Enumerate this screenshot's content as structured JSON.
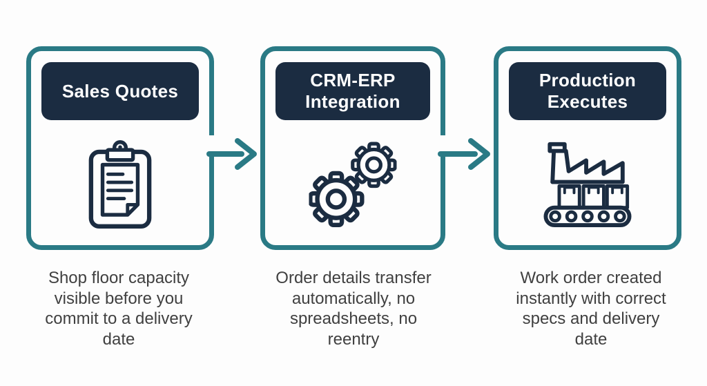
{
  "colors": {
    "accent_teal": "#2a7a85",
    "navy": "#1b2c41",
    "label_text": "#ffffff",
    "description_text": "#404040",
    "background": "#fdfdfd"
  },
  "steps": [
    {
      "label": "Sales Quotes",
      "label_lines": [
        "Sales Quotes"
      ],
      "icon": "clipboard-icon",
      "description": "Shop floor capacity visible before you commit to a delivery date",
      "description_lines": [
        "Shop floor capacity",
        "visible before you",
        "commit to a delivery",
        "date"
      ]
    },
    {
      "label": "CRM-ERP Integration",
      "label_lines": [
        "CRM-ERP",
        "Integration"
      ],
      "icon": "gears-icon",
      "description": "Order details transfer automatically, no spreadsheets, no reentry",
      "description_lines": [
        "Order details transfer",
        "automatically, no",
        "spreadsheets, no",
        "reentry"
      ]
    },
    {
      "label": "Production Executes",
      "label_lines": [
        "Production",
        "Executes"
      ],
      "icon": "factory-icon",
      "description": "Work order created instantly with correct specs and delivery date",
      "description_lines": [
        "Work order created",
        "instantly with correct",
        "specs and delivery",
        "date"
      ]
    }
  ],
  "connectors": [
    {
      "icon": "arrow-right-icon"
    },
    {
      "icon": "arrow-right-icon"
    }
  ]
}
